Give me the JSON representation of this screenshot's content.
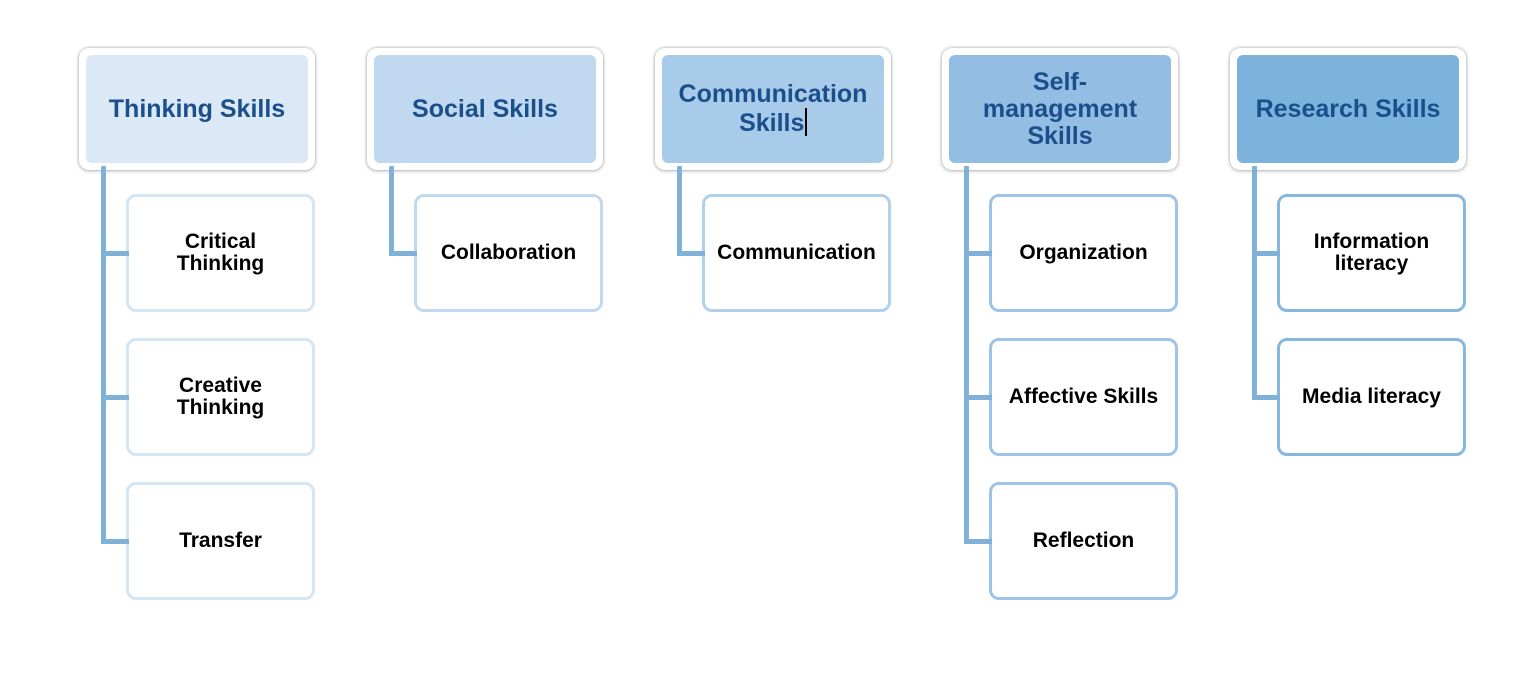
{
  "diagram": {
    "groups": [
      {
        "title": "Thinking Skills",
        "header_fill": "#dbe8f6",
        "line_color": "#7fb1d9",
        "child_border": "#d4e5f4",
        "children": [
          "Critical Thinking",
          "Creative Thinking",
          "Transfer"
        ]
      },
      {
        "title": "Social Skills",
        "header_fill": "#c0d9f0",
        "line_color": "#7fb1d9",
        "child_border": "#c0d9f0",
        "children": [
          "Collaboration"
        ]
      },
      {
        "title": "Communication Skills",
        "header_fill": "#a9cbea",
        "line_color": "#7fb1d9",
        "child_border": "#b0d0ec",
        "children": [
          "Communication"
        ]
      },
      {
        "title": "Self-management Skills",
        "header_fill": "#93bde3",
        "line_color": "#7fb1d9",
        "child_border": "#9cc4e7",
        "children": [
          "Organization",
          "Affective Skills",
          "Reflection"
        ]
      },
      {
        "title": "Research Skills",
        "header_fill": "#7db2dc",
        "line_color": "#7fb1d9",
        "child_border": "#86b7df",
        "children": [
          "Information literacy",
          "Media literacy"
        ]
      }
    ]
  }
}
